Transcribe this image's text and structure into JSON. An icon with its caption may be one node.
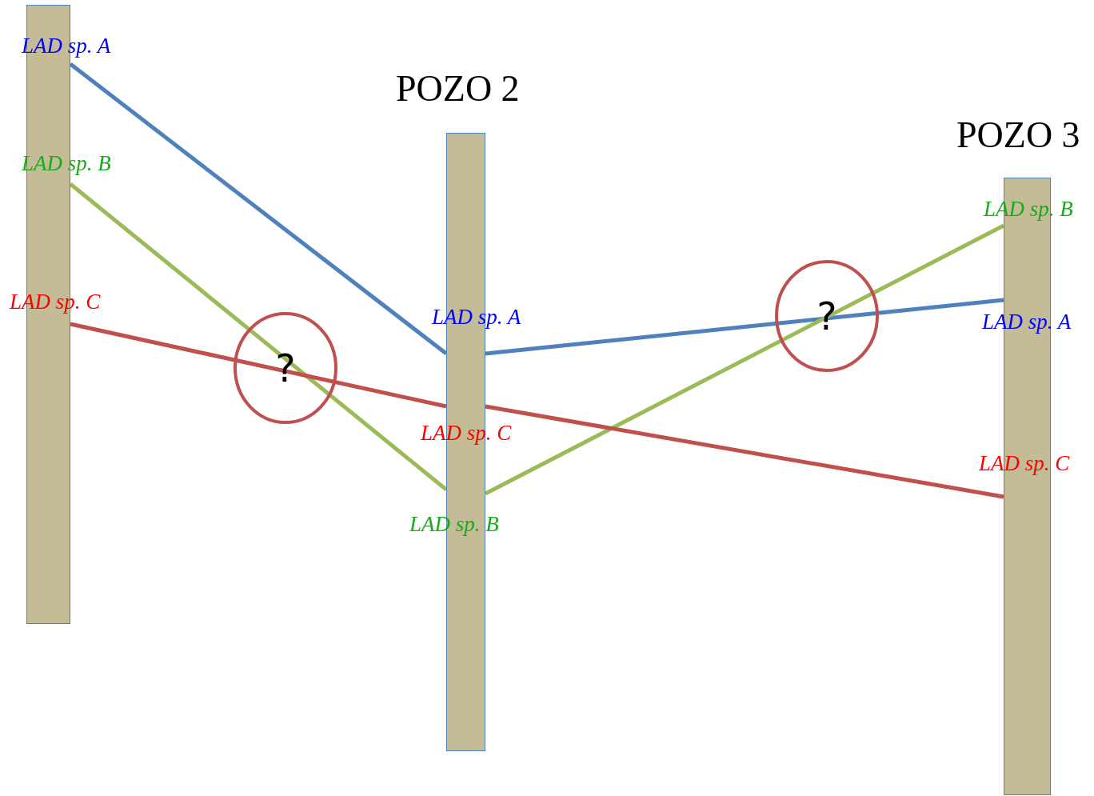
{
  "diagram": {
    "nodes": [
      {
        "text": [],
        "shape": "bar"
      },
      {
        "text": [],
        "shape": "bar",
        "beside": [
          "POZO 2"
        ]
      },
      {
        "text": [],
        "shape": "bar",
        "beside": [
          "POZO 3"
        ]
      }
    ],
    "edges": [
      {
        "from": 0,
        "to": 1,
        "arrow": "none",
        "color": "#4f81bd"
      },
      {
        "from": 0,
        "to": 1,
        "arrow": "none",
        "color": "#9bbb59"
      },
      {
        "from": 0,
        "to": 1,
        "arrow": "none",
        "color": "#c0504d"
      },
      {
        "from": 1,
        "to": 2,
        "arrow": "none",
        "color": "#4f81bd"
      },
      {
        "from": 1,
        "to": 2,
        "arrow": "none",
        "color": "#9bbb59"
      },
      {
        "from": 1,
        "to": 2,
        "arrow": "none",
        "color": "#c0504d"
      }
    ],
    "labels": [
      "LAD sp. A",
      "LAD sp. B",
      "LAD sp. C",
      "LAD sp. A",
      "LAD sp. C",
      "LAD sp. B",
      "LAD sp. B",
      "LAD sp. A",
      "LAD sp. C",
      "?",
      "?"
    ]
  }
}
